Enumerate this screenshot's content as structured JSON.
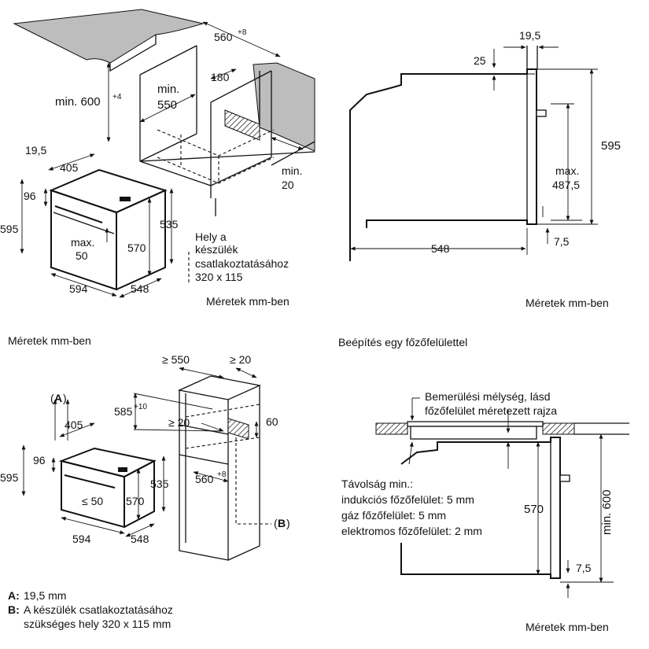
{
  "panel_top_left": {
    "dim_560": "560",
    "dim_560_sup": "+8",
    "dim_600": "min. 600",
    "dim_600_sup": "+4",
    "dim_min": "min.",
    "dim_550": "550",
    "dim_180": "180",
    "dim_19_5": "19,5",
    "dim_405": "405",
    "dim_96": "96",
    "dim_595": "595",
    "dim_max": "max.",
    "dim_50": "50",
    "dim_570": "570",
    "dim_535": "535",
    "dim_594": "594",
    "dim_548": "548",
    "dim_min2": "min.",
    "dim_20": "20",
    "note_line1": "Hely a",
    "note_line2": "készülék",
    "note_line3": "csatlakoztatásához",
    "note_line4": "320 x 115",
    "units": "Méretek mm-ben"
  },
  "panel_top_right": {
    "dim_19_5": "19,5",
    "dim_25": "25",
    "dim_595": "595",
    "dim_max": "max.",
    "dim_487_5": "487,5",
    "dim_548": "548",
    "dim_7_5": "7,5",
    "units": "Méretek mm-ben"
  },
  "panel_bottom_left": {
    "heading": "Méretek mm-ben",
    "label_a": "A",
    "dim_405": "405",
    "dim_96": "96",
    "dim_595": "595",
    "dim_le_50": "≤ 50",
    "dim_570": "570",
    "dim_535": "535",
    "dim_594": "594",
    "dim_548": "548",
    "dim_ge_550": "≥ 550",
    "dim_ge_20_top": "≥ 20",
    "dim_585": "585",
    "dim_585_sup": "+10",
    "dim_ge_20": "≥ 20",
    "dim_60": "60",
    "dim_560": "560",
    "dim_560_sup": "+8",
    "label_b": "B",
    "legend_a_key": "A:",
    "legend_a_text": "19,5 mm",
    "legend_b_key": "B:",
    "legend_b_line1": "A készülék csatlakoztatásához",
    "legend_b_line2": "szükséges hely 320 x 115 mm"
  },
  "panel_bottom_right": {
    "heading": "Beépítés egy főzőfelülettel",
    "callout_line1": "Bemerülési mélység, lásd",
    "callout_line2": "főzőfelület méretezett rajza",
    "dist_line1": "Távolság min.:",
    "dist_line2": "indukciós főzőfelület: 5 mm",
    "dist_line3": "gáz főzőfelület: 5 mm",
    "dist_line4": "elektromos főzőfelület: 2 mm",
    "dim_570": "570",
    "dim_600": "min. 600",
    "dim_7_5": "7,5",
    "units": "Méretek mm-ben"
  }
}
